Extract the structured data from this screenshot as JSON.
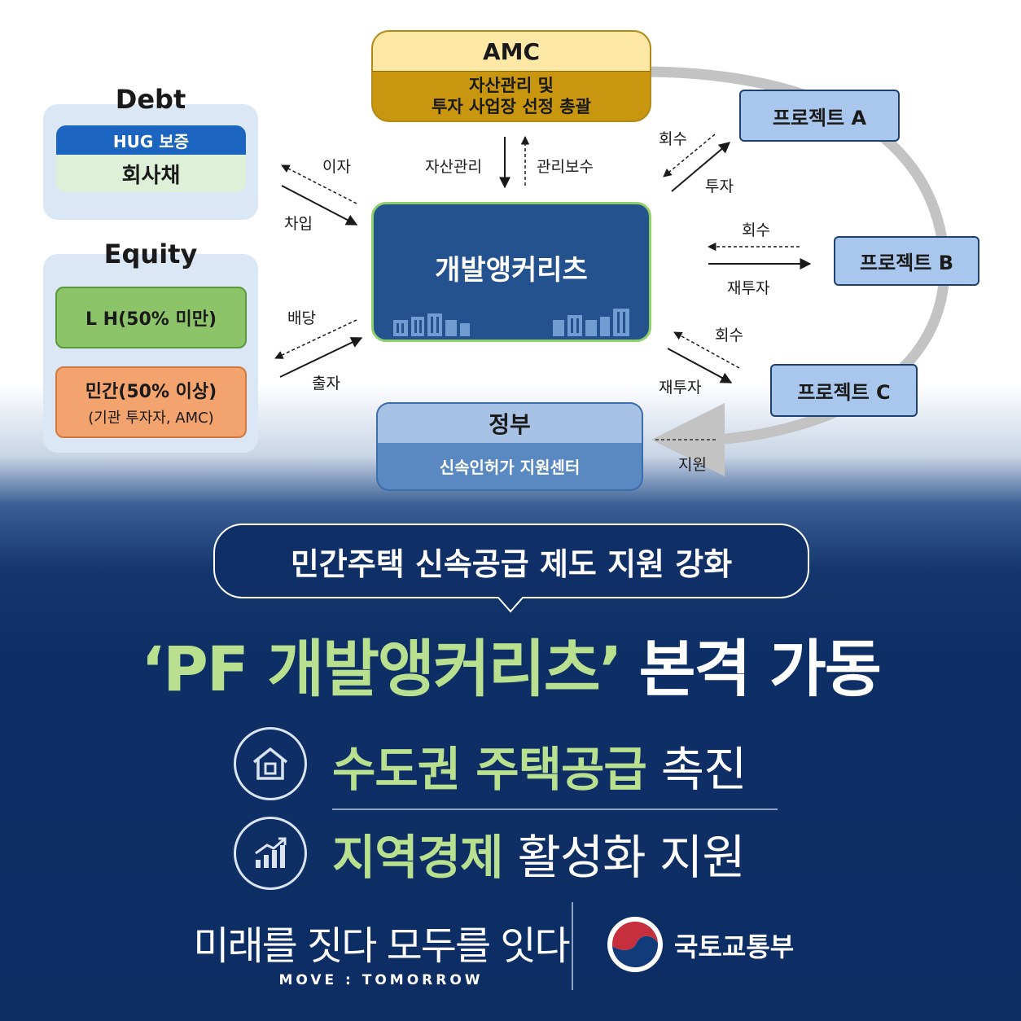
{
  "debt": {
    "title": "Debt",
    "guarantee": "HUG 보증",
    "bond": "회사채"
  },
  "equity": {
    "title": "Equity",
    "lh": "L H(50% 미만)",
    "private_main": "민간(50% 이상)",
    "private_sub": "(기관 투자자, AMC)"
  },
  "amc": {
    "title": "AMC",
    "desc_line1": "자산관리 및",
    "desc_line2": "투자 사업장 선정 총괄"
  },
  "center": {
    "title": "개발앵커리츠"
  },
  "projects": {
    "a": "프로젝트 A",
    "b": "프로젝트 B",
    "c": "프로젝트 C"
  },
  "government": {
    "title": "정부",
    "sub": "신속인허가 지원센터"
  },
  "flow_labels": {
    "interest": "이자",
    "borrow": "차입",
    "dividend": "배당",
    "contribution": "출자",
    "asset_mgmt": "자산관리",
    "mgmt_fee": "관리보수",
    "recover_a": "회수",
    "invest_a": "투자",
    "recover_b": "회수",
    "reinvest_b": "재투자",
    "recover_c": "회수",
    "reinvest_c": "재투자",
    "support": "지원"
  },
  "headline": {
    "bubble": "민간주택 신속공급 제도 지원 강화",
    "main_green": "‘PF 개발앵커리츠’",
    "main_white": "본격 가동"
  },
  "bullets": [
    {
      "icon": "house-icon",
      "green": "수도권 주택공급",
      "white": "촉진"
    },
    {
      "icon": "growth-chart-icon",
      "green": "지역경제",
      "white": "활성화 지원"
    }
  ],
  "footer": {
    "slogan": "미래를 짓다 모두를 잇다",
    "slogan_sub": "MOVE : TOMORROW",
    "ministry": "국토교통부"
  },
  "colors": {
    "navy": "#0d2d63",
    "accent_green": "#b8e08e",
    "reit_blue": "#24528f",
    "amc_gold": "#c9960f"
  }
}
